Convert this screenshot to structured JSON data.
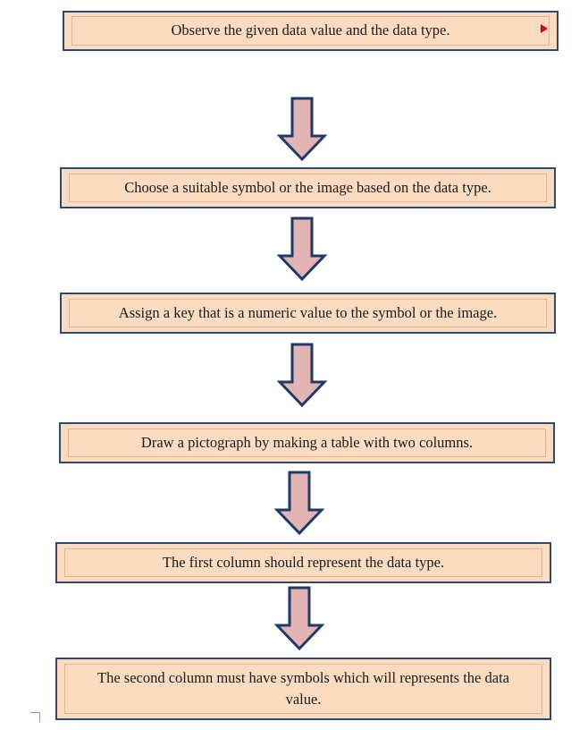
{
  "flowchart": {
    "steps": [
      {
        "text": "Observe the given data value and the data type."
      },
      {
        "text": "Choose a suitable symbol or the image based on the data type."
      },
      {
        "text": "Assign a key that is a numeric value to the symbol or the image."
      },
      {
        "text": "Draw a pictograph by making a table with two columns."
      },
      {
        "text": "The first column should represent the data type."
      },
      {
        "text": "The second column must have symbols which will represents the data value."
      }
    ],
    "colors": {
      "box_fill": "#fbdcc0",
      "box_border": "#2d4a72",
      "arrow_fill": "#e3b4b4",
      "arrow_stroke": "#1e3a66",
      "marker": "#e00000"
    }
  }
}
